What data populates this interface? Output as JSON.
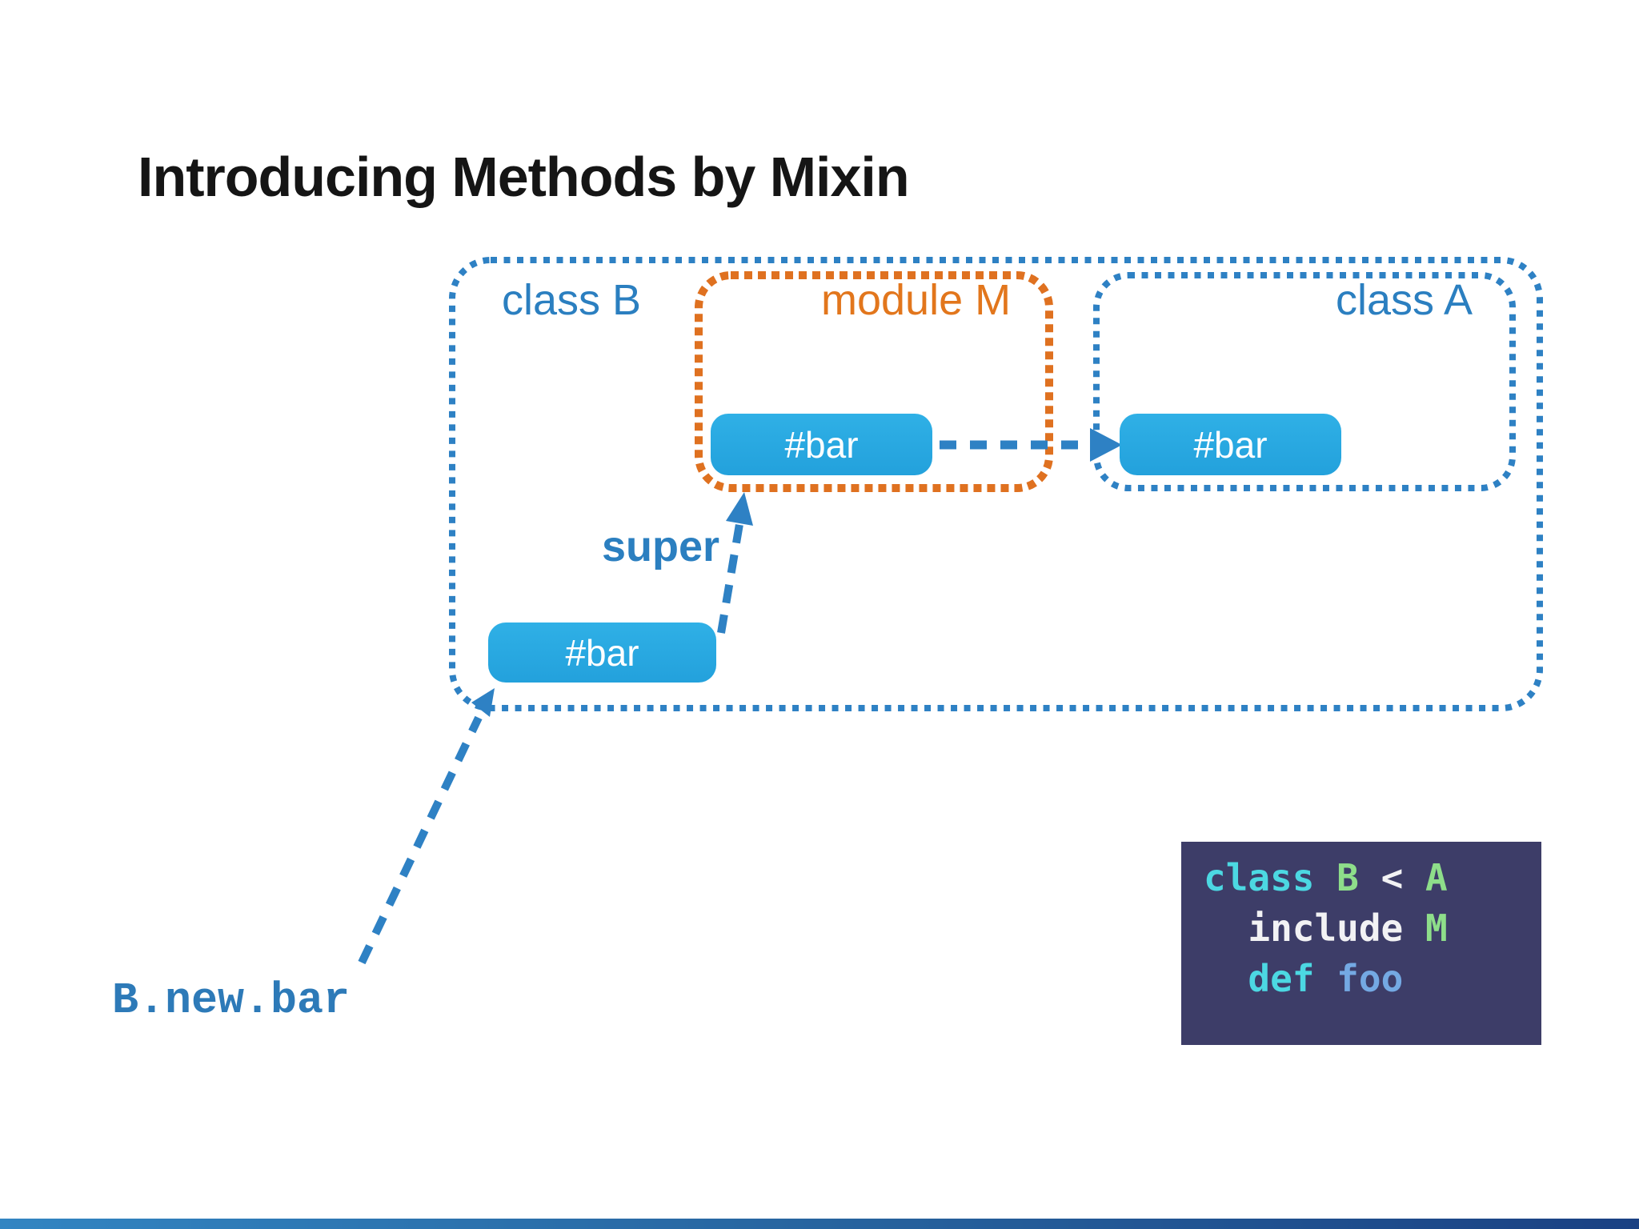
{
  "slide": {
    "title": "Introducing Methods by Mixin",
    "background": "#ffffff"
  },
  "diagram": {
    "class_b_label": "class B",
    "module_m_label": "module M",
    "class_a_label": "class A",
    "bar_in_module_m": "#bar",
    "bar_in_class_a": "#bar",
    "bar_in_class_b": "#bar",
    "super_label": "super",
    "caller_label": "B.new.bar"
  },
  "code_snippet": {
    "line1": {
      "keyword": "class ",
      "class_name": "B",
      "operator": " < ",
      "superclass_name": "A"
    },
    "line2": {
      "text": "  include ",
      "module_name": "M"
    },
    "line3": {
      "keyword": "  def",
      "method_name": " foo"
    }
  },
  "colors": {
    "blue_accent": "#2e81c4",
    "orange_accent": "#df7120",
    "bar_fill": "#29a8e0",
    "label_blue": "#2b7fc0",
    "label_orange": "#e2761c",
    "caller_blue": "#2d7ab8",
    "code_background": "#3d3d68",
    "code_cyan": "#4cd8e2",
    "code_green": "#8ede8a",
    "code_white": "#f2f2f4",
    "code_blue": "#74a9e3",
    "footer_gradient_left": "#3285c2",
    "footer_gradient_right": "#1a4183"
  }
}
